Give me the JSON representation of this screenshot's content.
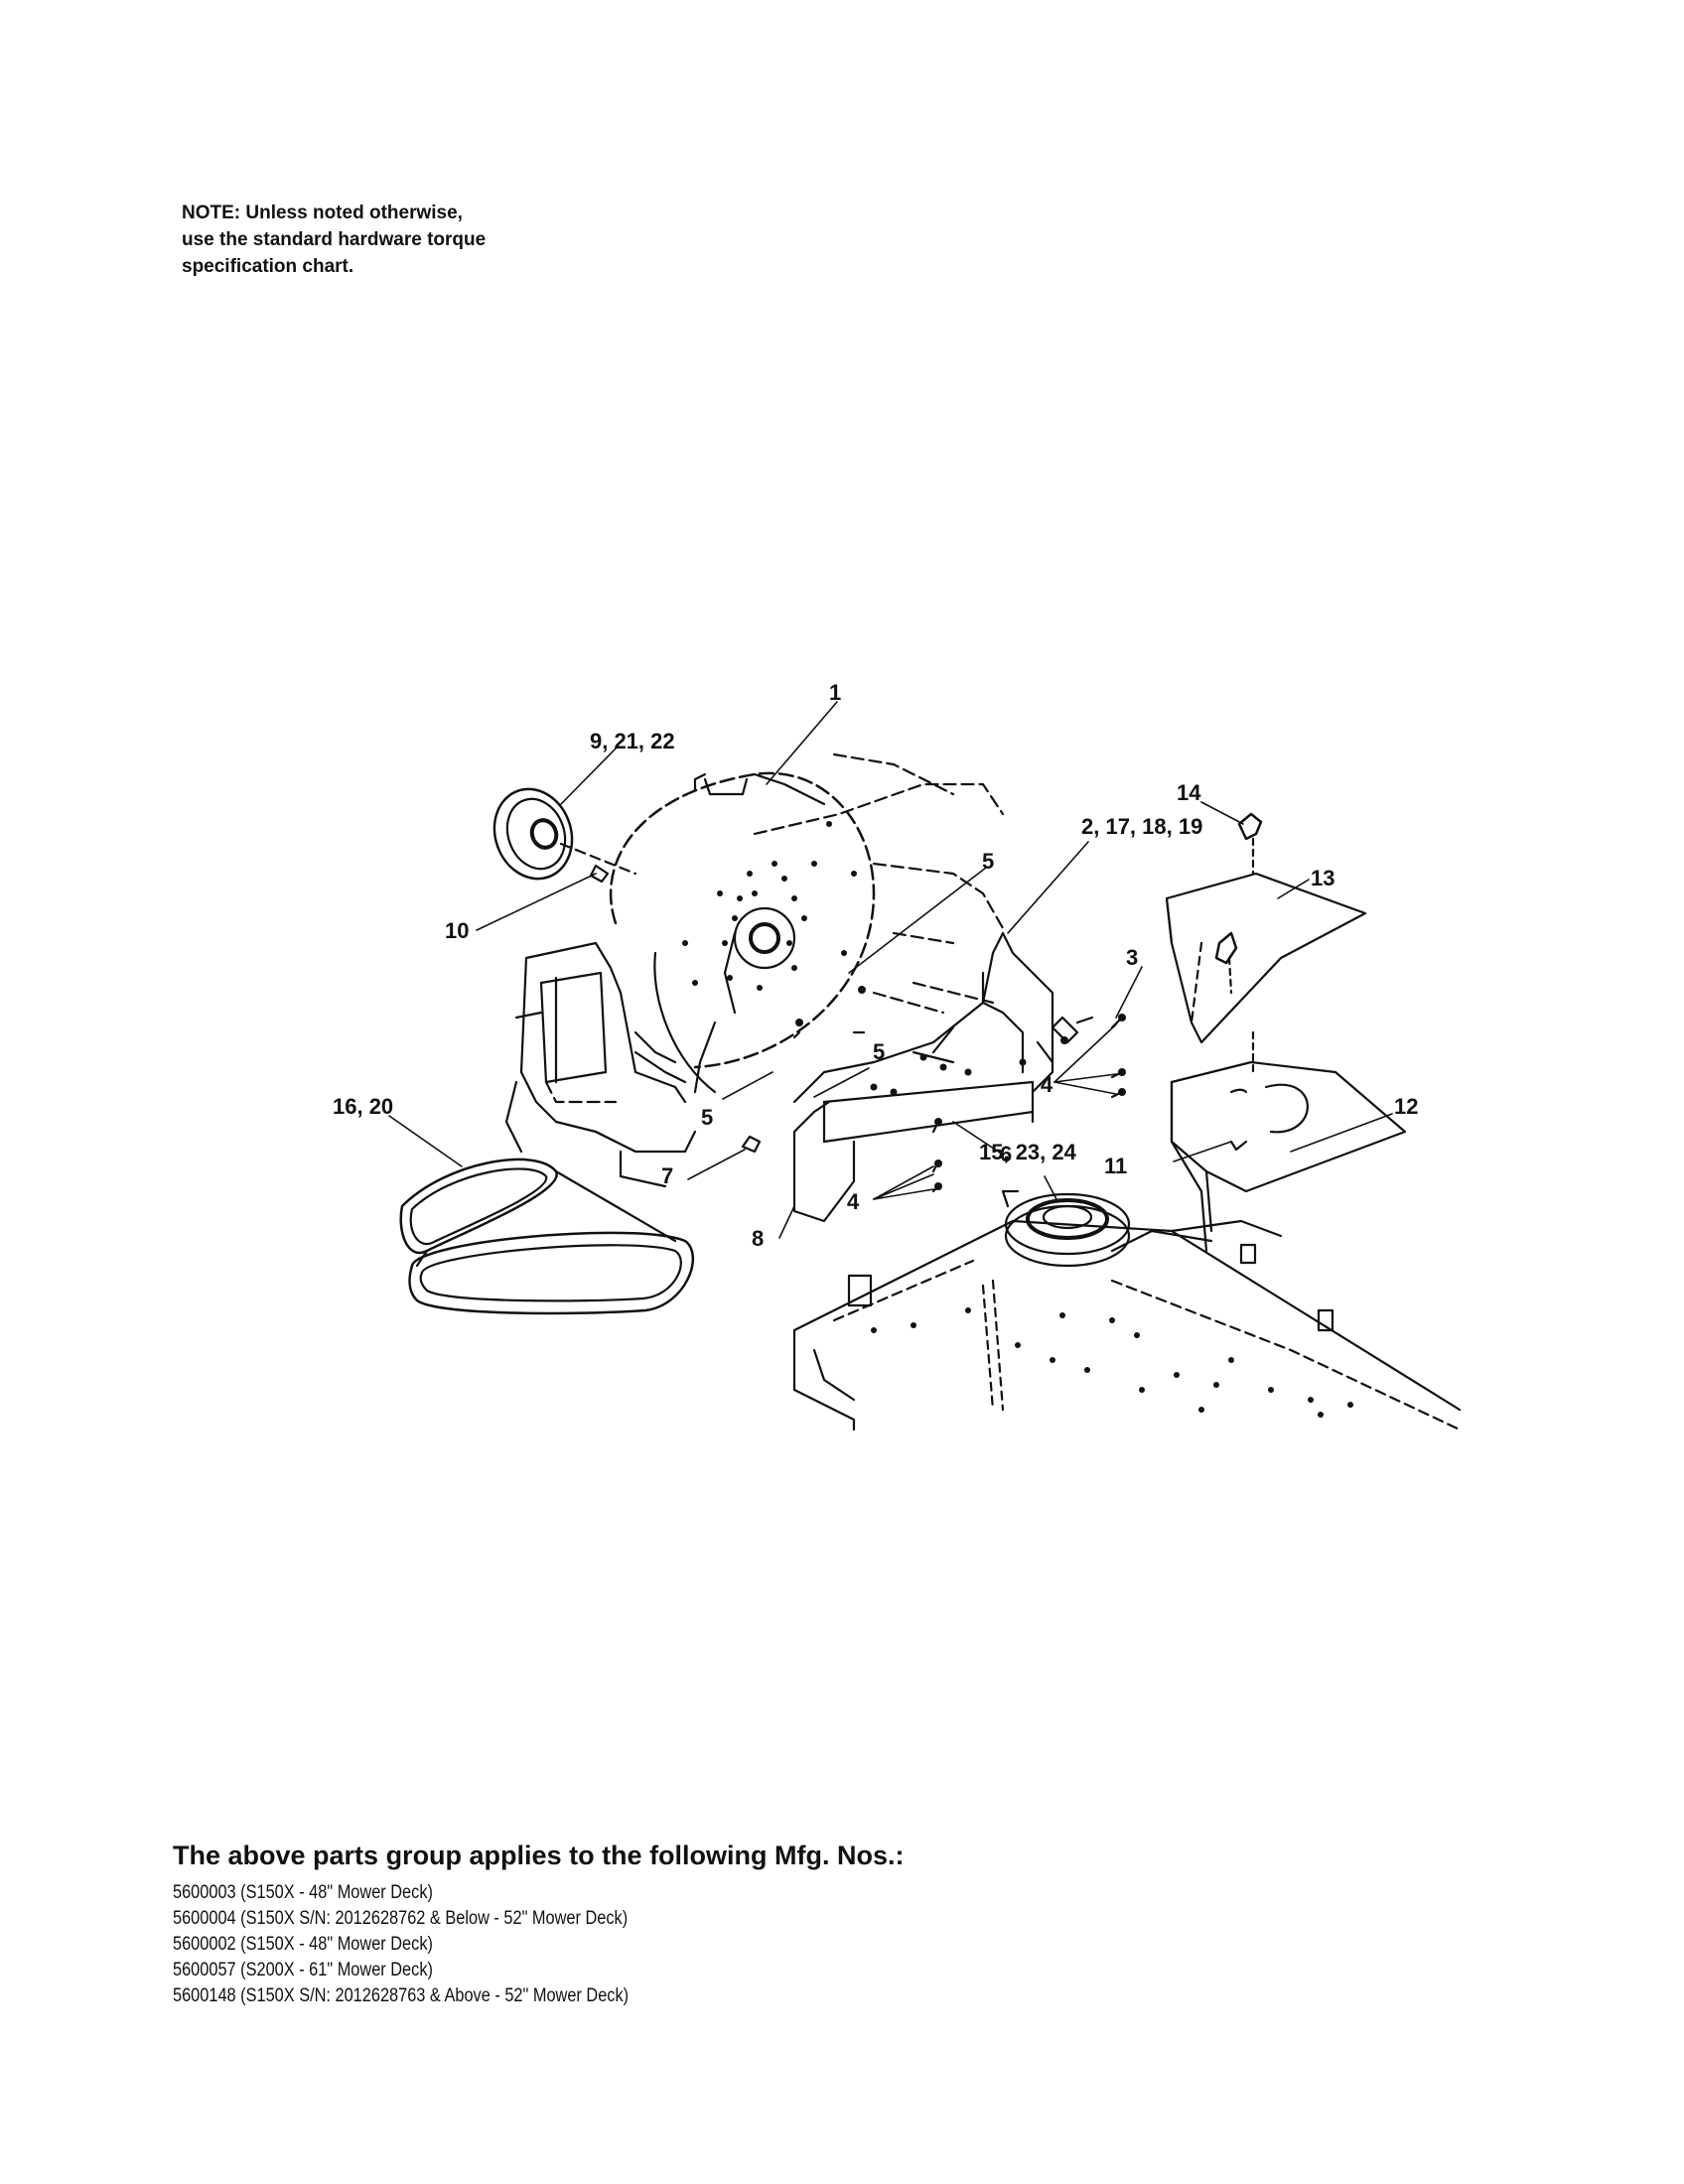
{
  "note": {
    "lines": [
      "NOTE: Unless noted otherwise,",
      "use the standard hardware torque",
      "specification chart."
    ]
  },
  "callouts": {
    "c1": "1",
    "c9_21_22": "9, 21, 22",
    "c10": "10",
    "c5a": "5",
    "c5b": "5",
    "c5c": "5",
    "c2_17_18_19": "2, 17, 18, 19",
    "c14": "14",
    "c13": "13",
    "c3": "3",
    "c4a": "4",
    "c4b": "4",
    "c12": "12",
    "c16_20": "16, 20",
    "c6": "6",
    "c7": "7",
    "c15_23_24": "15, 23, 24",
    "c11": "11",
    "c8": "8"
  },
  "footer": {
    "title": "The above parts group applies to the following Mfg. Nos.:",
    "models": [
      "5600003 (S150X  - 48\" Mower Deck)",
      "5600004 (S150X S/N: 2012628762 & Below - 52\" Mower Deck)",
      "5600002 (S150X  - 48\" Mower Deck)",
      "5600057 (S200X - 61\" Mower Deck)",
      "5600148 (S150X S/N: 2012628763 & Above - 52\" Mower Deck)"
    ]
  }
}
